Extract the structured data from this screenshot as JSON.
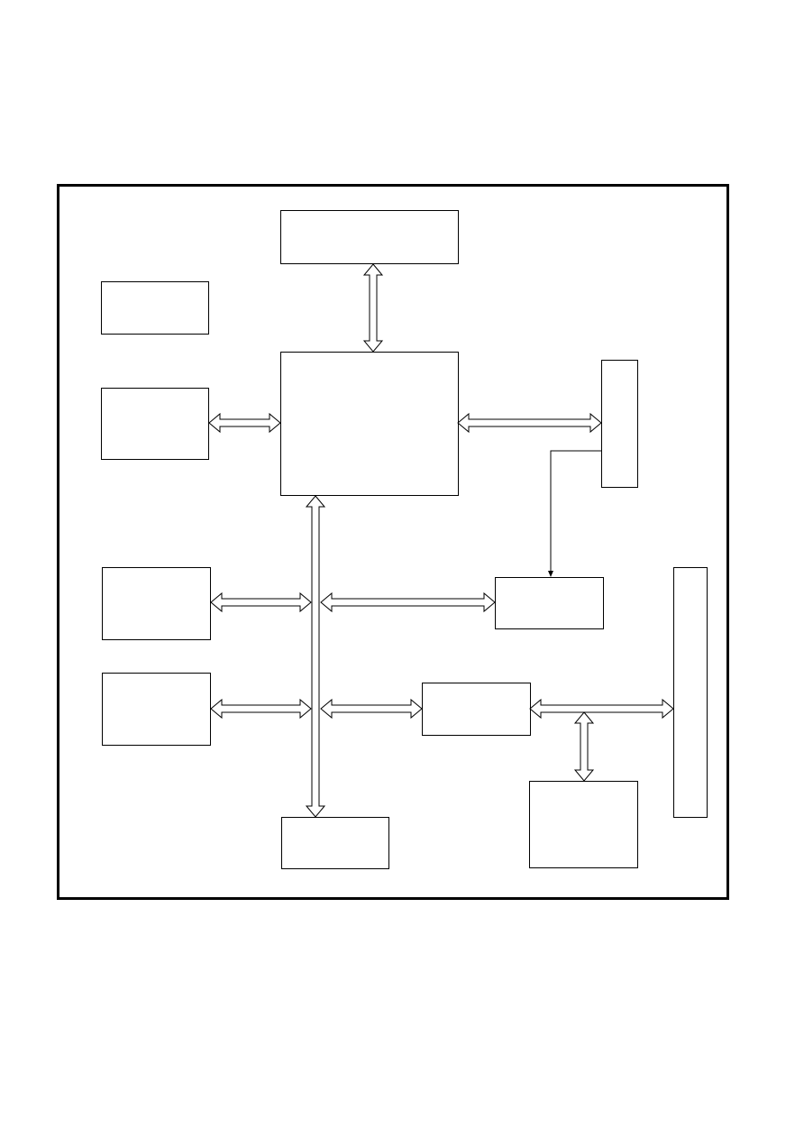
{
  "colors": {
    "background": "#ffffff",
    "stroke": "#000000",
    "box_fill": "#ffffff"
  },
  "diagram": {
    "blocks": [
      {
        "id": "top-block",
        "label": ""
      },
      {
        "id": "left-upper-block",
        "label": ""
      },
      {
        "id": "left-lower-block-a",
        "label": ""
      },
      {
        "id": "central-block",
        "label": ""
      },
      {
        "id": "right-tall-block",
        "label": ""
      },
      {
        "id": "left-middle-block",
        "label": ""
      },
      {
        "id": "right-middle-block",
        "label": ""
      },
      {
        "id": "left-bottom-block",
        "label": ""
      },
      {
        "id": "center-bottom-right-block",
        "label": ""
      },
      {
        "id": "far-right-tall-block",
        "label": ""
      },
      {
        "id": "bottom-center-block",
        "label": ""
      },
      {
        "id": "bottom-right-block",
        "label": ""
      }
    ],
    "connections": [
      {
        "from": "top-block",
        "to": "central-block",
        "kind": "bidirectional-bus"
      },
      {
        "from": "left-lower-block-a",
        "to": "central-block",
        "kind": "bidirectional-bus"
      },
      {
        "from": "central-block",
        "to": "right-tall-block",
        "kind": "bidirectional-bus"
      },
      {
        "from": "right-tall-block",
        "to": "right-middle-block",
        "kind": "single-arrow"
      },
      {
        "from": "central-block",
        "to": "bottom-center-block",
        "kind": "bidirectional-bus"
      },
      {
        "from": "left-middle-block",
        "to": "main-bus",
        "kind": "bidirectional-bus"
      },
      {
        "from": "main-bus",
        "to": "right-middle-block",
        "kind": "bidirectional-bus"
      },
      {
        "from": "left-bottom-block",
        "to": "main-bus",
        "kind": "bidirectional-bus"
      },
      {
        "from": "main-bus",
        "to": "center-bottom-right-block",
        "kind": "bidirectional-bus"
      },
      {
        "from": "center-bottom-right-block",
        "to": "far-right-tall-block",
        "kind": "bidirectional-bus"
      },
      {
        "from": "secondary-bus",
        "to": "bottom-right-block",
        "kind": "bidirectional-bus"
      }
    ]
  }
}
